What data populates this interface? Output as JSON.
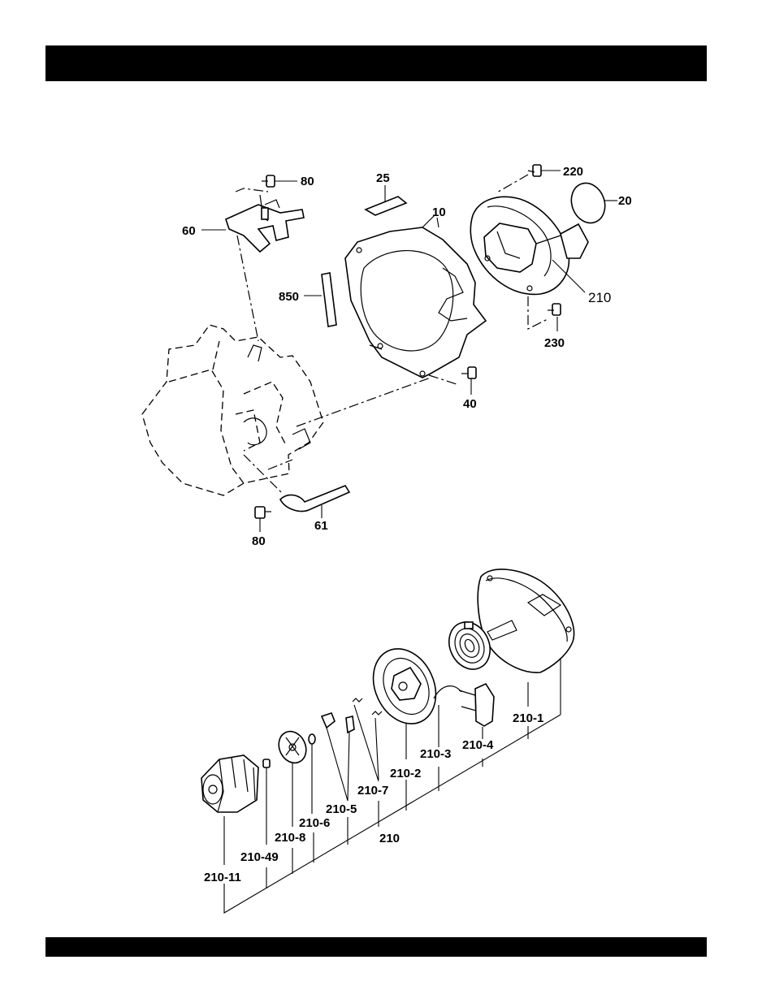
{
  "upper_callouts": {
    "c80a": "80",
    "c60": "60",
    "c25": "25",
    "c10": "10",
    "c220": "220",
    "c20": "20",
    "c210": "210",
    "c850": "850",
    "c230": "230",
    "c40": "40",
    "c61": "61",
    "c80b": "80"
  },
  "lower_callouts": {
    "c210_1": "210-1",
    "c210_4": "210-4",
    "c210_3": "210-3",
    "c210_2": "210-2",
    "c210_7": "210-7",
    "c210_5": "210-5",
    "c210_6": "210-6",
    "c210_8": "210-8",
    "c210_49": "210-49",
    "c210_11": "210-11",
    "c210": "210"
  }
}
